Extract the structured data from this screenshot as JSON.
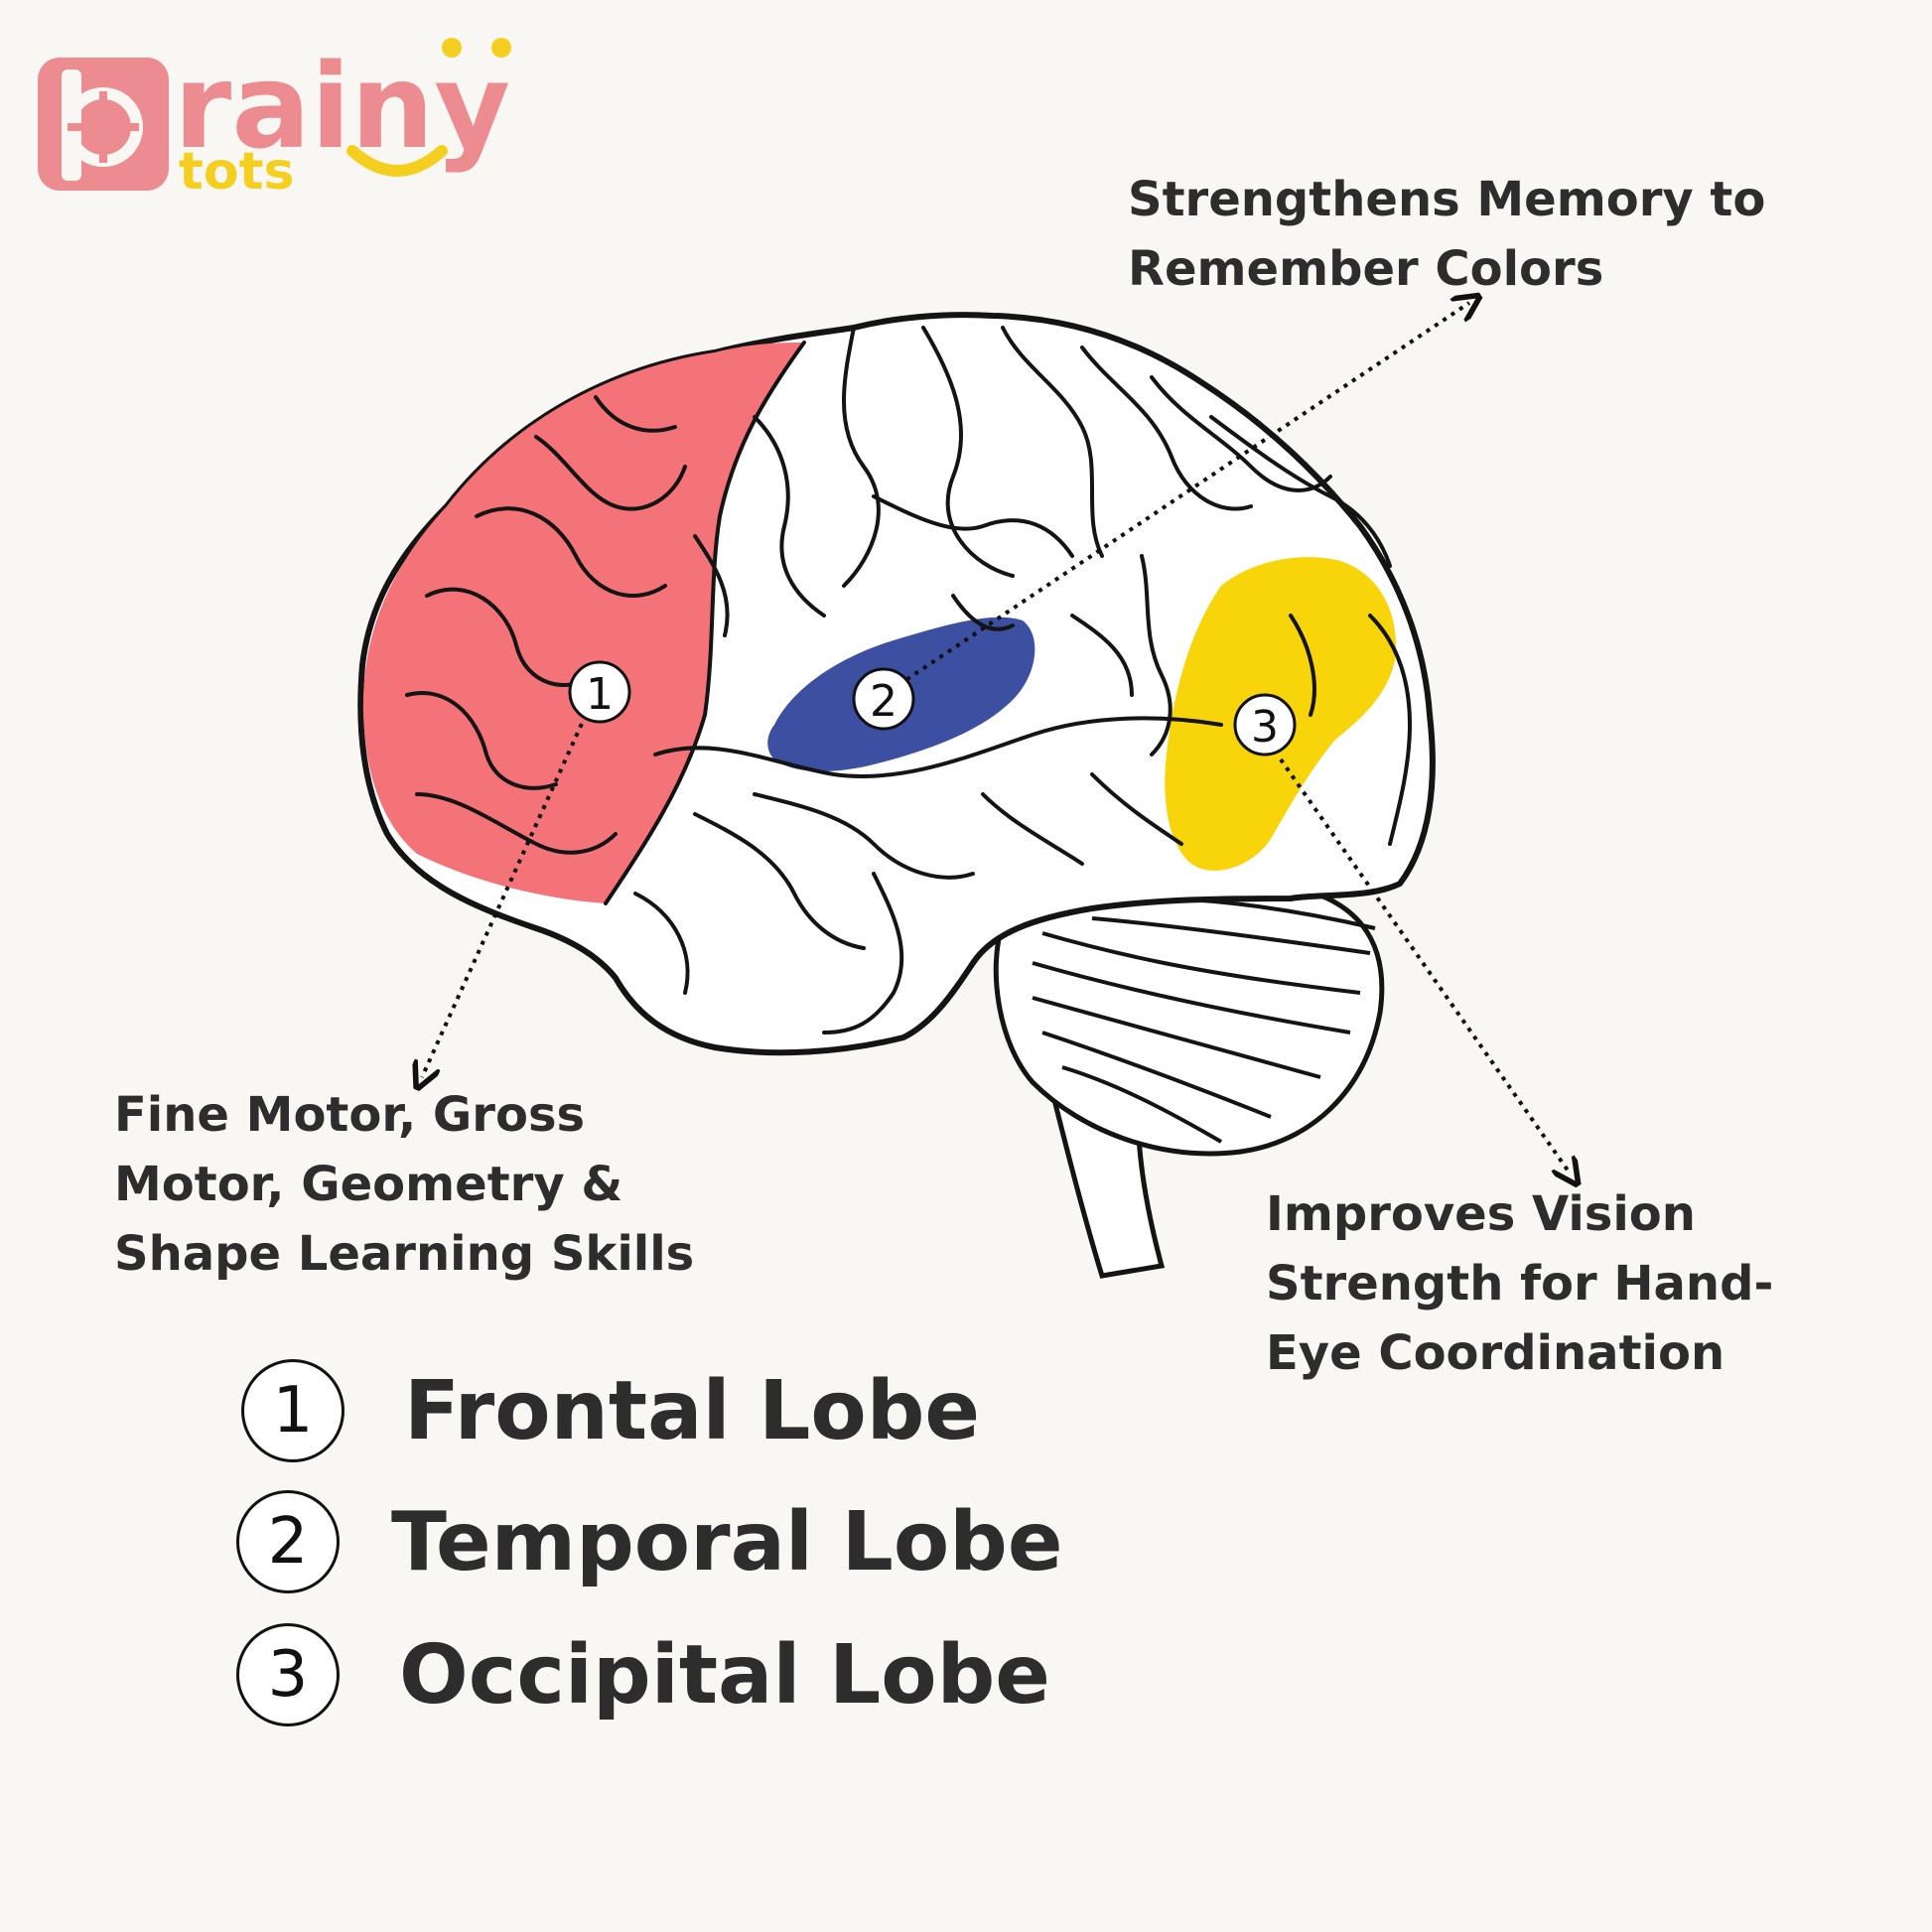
{
  "logo": {
    "word_top": "rainy",
    "word_bottom": "tots",
    "colors": {
      "pink": "#ec8b90",
      "yellow": "#f5cf1f"
    }
  },
  "callouts": {
    "memory": [
      "Strengthens Memory to",
      "Remember Colors"
    ],
    "motor": [
      "Fine Motor, Gross",
      "Motor, Geometry &",
      "Shape Learning Skills"
    ],
    "vision": [
      "Improves Vision",
      "Strength for Hand-",
      "Eye Coordination"
    ]
  },
  "markers": [
    {
      "number": "1"
    },
    {
      "number": "2"
    },
    {
      "number": "3"
    }
  ],
  "legend": [
    {
      "number": "1",
      "label": "Frontal Lobe"
    },
    {
      "number": "2",
      "label": "Temporal Lobe"
    },
    {
      "number": "3",
      "label": "Occipital Lobe"
    }
  ],
  "colors": {
    "frontal": "#f47378",
    "temporal": "#3d4fa0",
    "occipital": "#f8d40a",
    "outline": "#141414",
    "background": "#f9f7f3"
  }
}
